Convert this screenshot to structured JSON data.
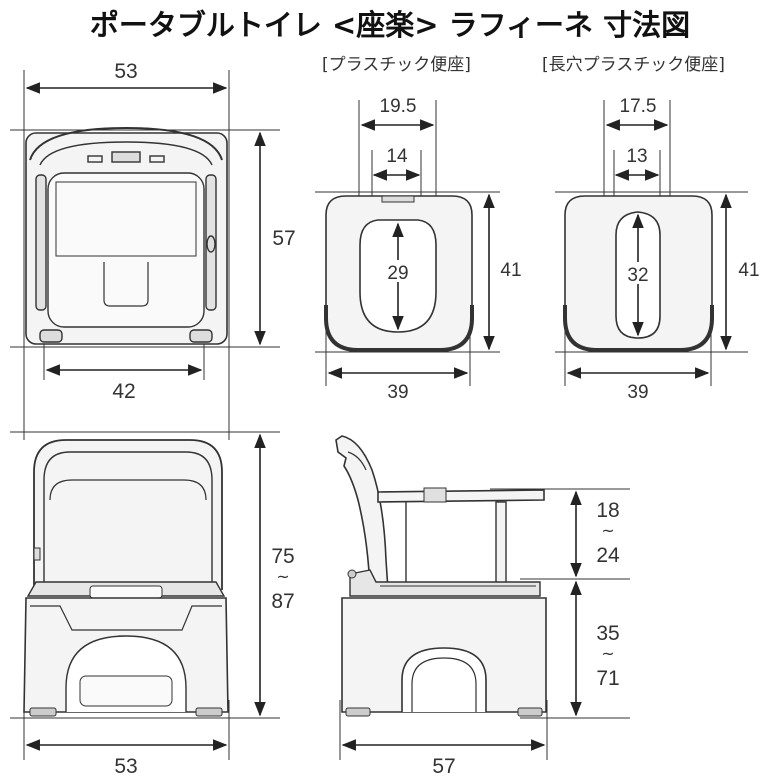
{
  "title": "ポータブルトイレ <座楽> ラフィーネ 寸法図",
  "captions": {
    "plastic_seat": "[プラスチック便座]",
    "long_hole_seat": "[長穴プラスチック便座]"
  },
  "top_view": {
    "width_top": "53",
    "depth": "57",
    "inner_width": "42"
  },
  "plastic_seat": {
    "outer_opening": "19.5",
    "inner_opening": "14",
    "hole_length": "29",
    "depth": "41",
    "width": "39"
  },
  "long_hole_seat": {
    "outer_opening": "17.5",
    "inner_opening": "13",
    "hole_length": "32",
    "depth": "41",
    "width": "39"
  },
  "front_view": {
    "height_min": "75",
    "height_max": "87",
    "width": "53"
  },
  "side_view": {
    "armrest_min": "18",
    "armrest_max": "24",
    "seat_height_min": "35",
    "seat_height_max": "71",
    "depth": "57"
  },
  "range_symbol": "~",
  "colors": {
    "line": "#333333",
    "body": "#f4f4f4",
    "shade": "#c8c8c8"
  }
}
